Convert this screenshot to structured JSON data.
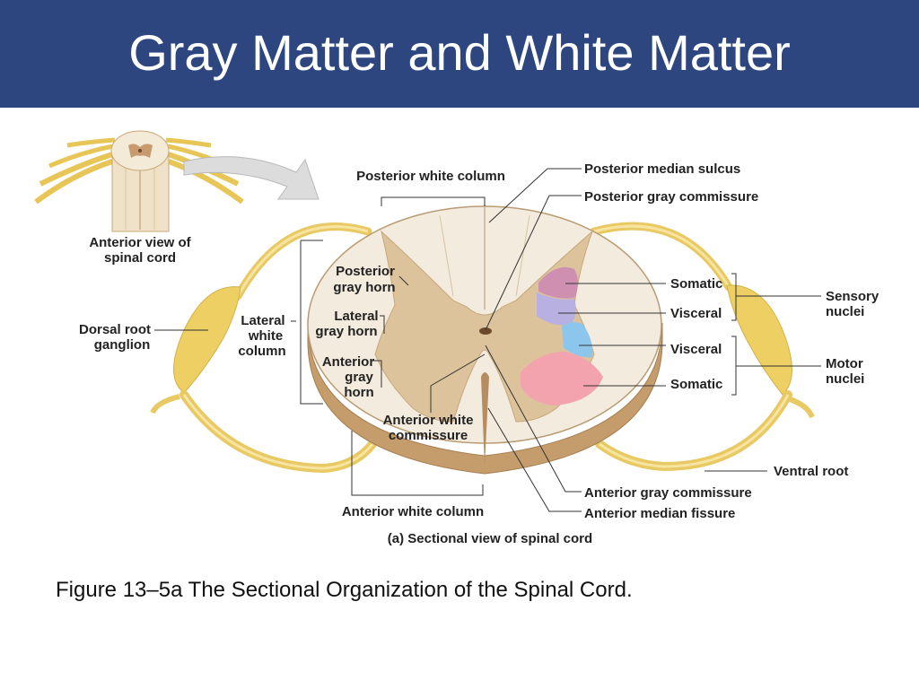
{
  "slide": {
    "title": "Gray Matter and White Matter",
    "caption": "Figure 13–5a The Sectional Organization of the Spinal Cord."
  },
  "colors": {
    "title_bar": "#2e4680",
    "white_matter": "#f3ebdd",
    "gray_matter": "#dcc39c",
    "nerve": "#f2d46b",
    "somatic_sensory": "#cf8fb0",
    "visceral_sensory": "#b8b0e0",
    "visceral_motor": "#8cc6ec",
    "somatic_motor": "#f3a3ad"
  },
  "labels": {
    "anterior_view": [
      "Anterior view of",
      "spinal cord"
    ],
    "dorsal_root_ganglion": [
      "Dorsal root",
      "ganglion"
    ],
    "lateral_white_column": [
      "Lateral",
      "white",
      "column"
    ],
    "posterior_gray_horn": [
      "Posterior",
      "gray horn"
    ],
    "lateral_gray_horn": [
      "Lateral",
      "gray horn"
    ],
    "anterior_gray_horn": [
      "Anterior",
      "gray",
      "horn"
    ],
    "anterior_white_commissure": [
      "Anterior white",
      "commissure"
    ],
    "posterior_white_column": "Posterior white column",
    "posterior_median_sulcus": "Posterior median sulcus",
    "posterior_gray_commissure": "Posterior gray commissure",
    "somatic_1": "Somatic",
    "visceral_1": "Visceral",
    "visceral_2": "Visceral",
    "somatic_2": "Somatic",
    "sensory_nuclei": [
      "Sensory",
      "nuclei"
    ],
    "motor_nuclei": [
      "Motor",
      "nuclei"
    ],
    "ventral_root": "Ventral root",
    "anterior_gray_commissure": "Anterior gray commissure",
    "anterior_median_fissure": "Anterior median fissure",
    "anterior_white_column": "Anterior white column",
    "sectional_view": "(a) Sectional view of spinal cord"
  }
}
